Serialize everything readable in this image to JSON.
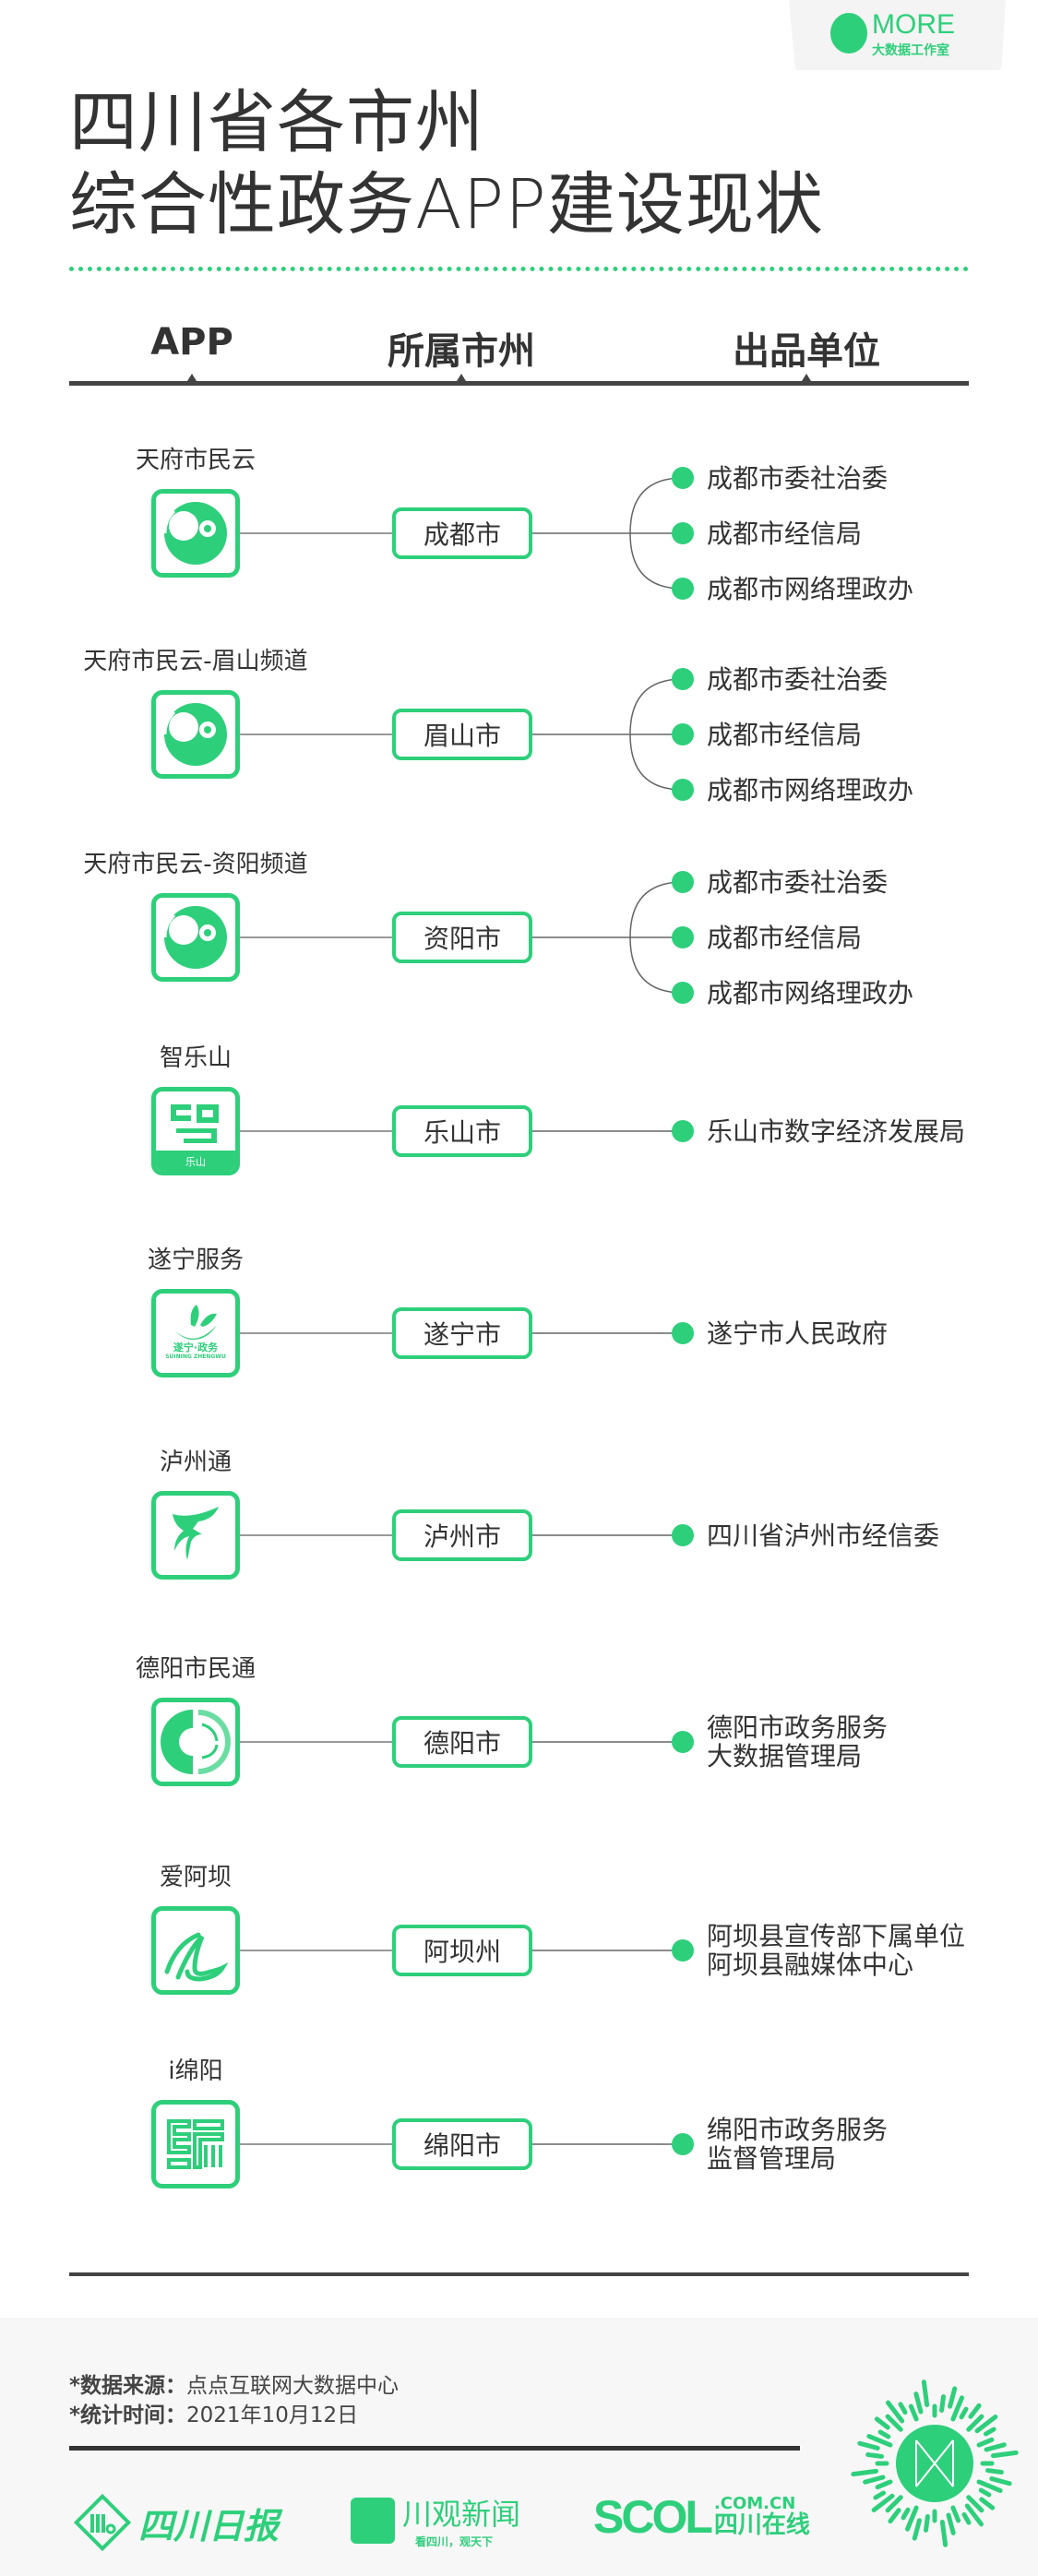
{
  "badge": {
    "brand": "MORE",
    "sub": "大数据工作室"
  },
  "title": {
    "line1": "四川省各市州",
    "line2": "综合性政务APP建设现状"
  },
  "headers": {
    "app": "APP",
    "city": "所属市州",
    "unit": "出品单位"
  },
  "rows": [
    {
      "app": "天府市民云",
      "city": "成都市",
      "units": [
        "成都市委社治委",
        "成都市经信局",
        "成都市网络理政办"
      ]
    },
    {
      "app": "天府市民云-眉山频道",
      "city": "眉山市",
      "units": [
        "成都市委社治委",
        "成都市经信局",
        "成都市网络理政办"
      ]
    },
    {
      "app": "天府市民云-资阳频道",
      "city": "资阳市",
      "units": [
        "成都市委社治委",
        "成都市经信局",
        "成都市网络理政办"
      ]
    },
    {
      "app": "智乐山",
      "city": "乐山市",
      "units": [
        "乐山市数字经济发展局"
      ],
      "icon_text": "乐山"
    },
    {
      "app": "遂宁服务",
      "city": "遂宁市",
      "units": [
        "遂宁市人民政府"
      ],
      "icon_text": "遂宁·政务",
      "icon_sub": "SUINING ZHENGWU"
    },
    {
      "app": "泸州通",
      "city": "泸州市",
      "units": [
        "四川省泸州市经信委"
      ]
    },
    {
      "app": "德阳市民通",
      "city": "德阳市",
      "units": [
        "德阳市政务服务\n大数据管理局"
      ]
    },
    {
      "app": "爱阿坝",
      "city": "阿坝州",
      "units": [
        "阿坝县宣传部下属单位\n阿坝县融媒体中心"
      ]
    },
    {
      "app": "i绵阳",
      "city": "绵阳市",
      "units": [
        "绵阳市政务服务\n监督管理局"
      ]
    }
  ],
  "footer": {
    "source_label": "*数据来源：",
    "source": "点点互联网大数据中心",
    "time_label": "*统计时间：",
    "time": "2021年10月12日",
    "logos": {
      "sichuan_daily": "四川日报",
      "chuanguan": "川观新闻",
      "chuanguan_slogan": "看四川，观天下",
      "scol": "SCOL",
      "scol_domain": ".COM.CN",
      "scol_name": "四川在线"
    }
  },
  "colors": {
    "accent": "#2ecf7b",
    "text": "#333333"
  }
}
